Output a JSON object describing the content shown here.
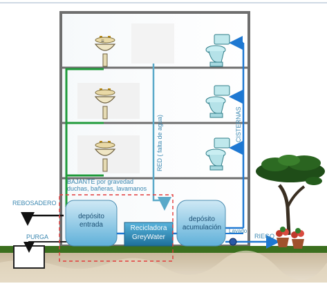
{
  "labels": {
    "bajante_line1": "BAJANTE por gravedad",
    "bajante_line2": "duchas, bañeras, lavamanos",
    "red": "RED ( falta de agua)",
    "cisternas": "CISTERNAS",
    "rebosadero": "REBOSADERO",
    "purga": "PURGA",
    "deposito_entrada_line1": "depósito",
    "deposito_entrada_line2": "entrada",
    "recicladora_line1": "Recicladora",
    "recicladora_line2": "GreyWater",
    "deposito_acumulacion_line1": "depósito",
    "deposito_acumulacion_line2": "acumulación",
    "lavado": "Lavado",
    "riego": "RIEGO"
  },
  "colors": {
    "building_wall": "#6e6e6e",
    "greywater_pipe": "#1f9a3a",
    "network_pipe": "#5aa9c9",
    "cistern_pipe": "#1e78d2",
    "tank": "#8ec9e6",
    "recycler": "#2f8fb8",
    "ground": "#3b6f1e",
    "soil": "#d8cbb4",
    "selection_box": "#e23b3b"
  },
  "icons": {
    "sink": "washbasin-icon",
    "toilet": "toilet-icon",
    "tree": "tree-icon",
    "flowers": "flower-pot-icon",
    "valve": "valve-icon"
  }
}
